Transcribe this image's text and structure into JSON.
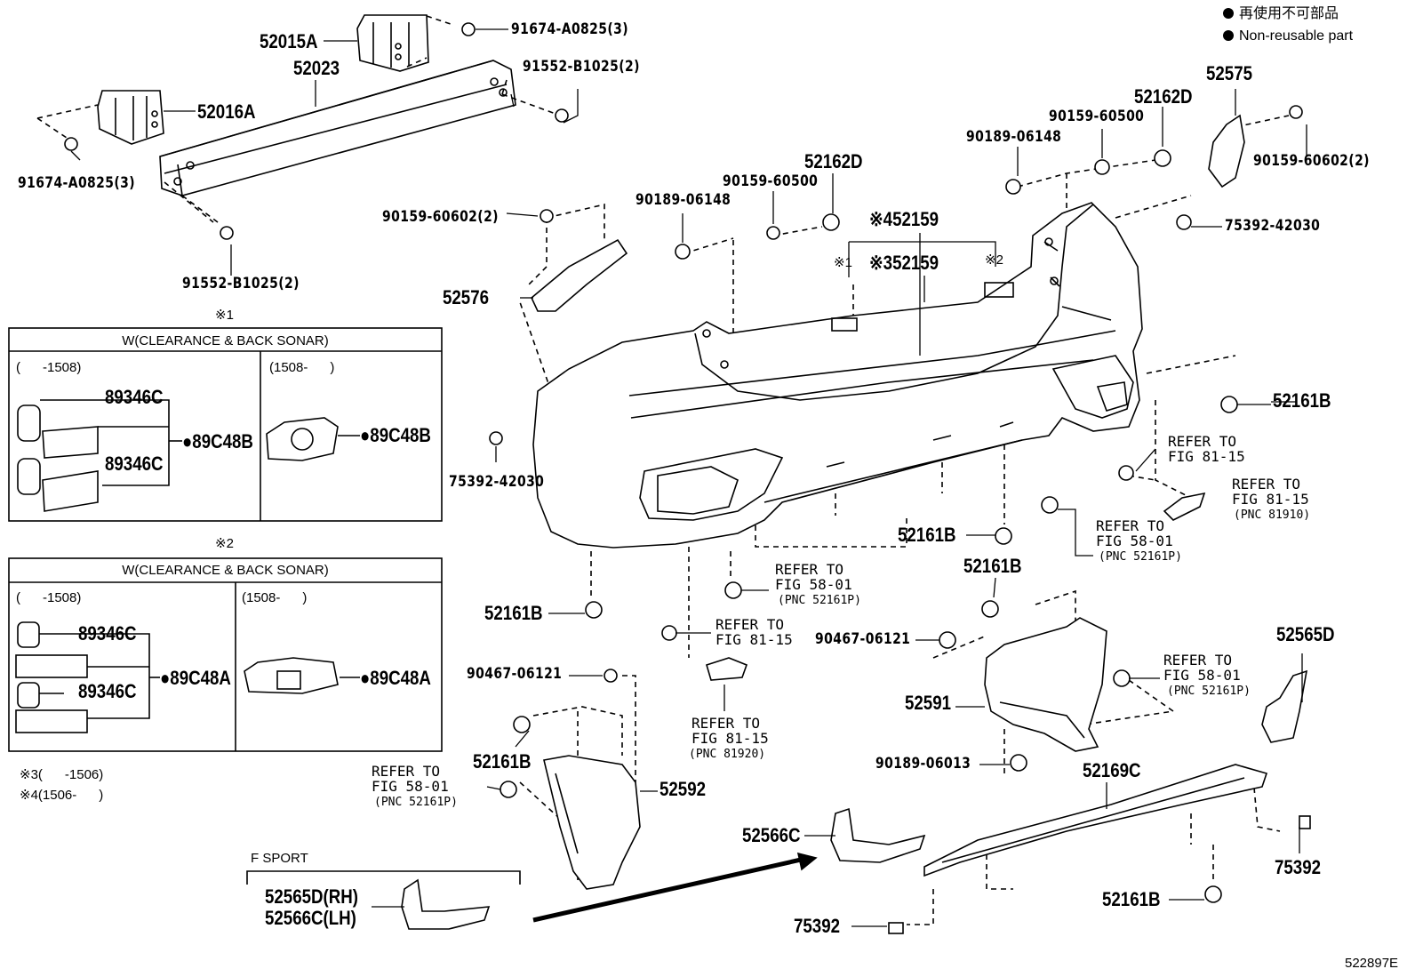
{
  "legend": {
    "jp": "再使用不可部品",
    "en": "Non-reusable part"
  },
  "diagram_id": "522897E",
  "parts": {
    "p52015A": "52015A",
    "p52023": "52023",
    "p52016A": "52016A",
    "p91674_top": "91674-A0825(3)",
    "p91552_top": "91552-B1025(2)",
    "p91674_left": "91674-A0825(3)",
    "p91552_bottom": "91552-B1025(2)",
    "p52575": "52575",
    "p52162D_r": "52162D",
    "p90159_60500_r": "90159-60500",
    "p90189_06148_r": "90189-06148",
    "p90159_60602_r": "90159-60602(2)",
    "p75392_42030_r": "75392-42030",
    "p90159_60602_l": "90159-60602(2)",
    "p90189_06148_l": "90189-06148",
    "p90159_60500_l": "90159-60500",
    "p52162D_l": "52162D",
    "p52159_4": "※452159",
    "p52159_3": "※352159",
    "mark1": "※1",
    "mark2": "※2",
    "p52576": "52576",
    "p75392_42030_l": "75392-42030",
    "p52161B_r1": "52161B",
    "p52161B_c1": "52161B",
    "p52161B_c2": "52161B",
    "p52161B_l": "52161B",
    "p52161B_low": "52161B",
    "p52161B_bot": "52161B",
    "p90467_1": "90467-06121",
    "p90467_2": "90467-06121",
    "p52591": "52591",
    "p52592": "52592",
    "p90189_06013": "90189-06013",
    "p52169C": "52169C",
    "p52565D": "52565D",
    "p52566C": "52566C",
    "p75392_r": "75392",
    "p75392_b": "75392",
    "fsport_rh": "52565D(RH)",
    "fsport_lh": "52566C(LH)"
  },
  "refs": {
    "r1": "REFER TO\nFIG 81-15",
    "r2": "REFER TO\nFIG 81-15",
    "r2pnc": "(PNC 81910)",
    "r3": "REFER TO\nFIG 58-01",
    "r3pnc": "(PNC 52161P)",
    "r4": "REFER TO\nFIG 58-01",
    "r4pnc": "(PNC 52161P)",
    "r5": "REFER TO\nFIG 81-15",
    "r6": "REFER TO\nFIG 81-15",
    "r6pnc": "(PNC 81920)",
    "r7": "REFER TO\nFIG 58-01",
    "r7pnc": "(PNC 52161P)",
    "r8": "REFER TO\nFIG 58-01",
    "r8pnc": "(PNC 52161P)"
  },
  "box1": {
    "mark": "※1",
    "header": "W(CLEARANCE & BACK SONAR)",
    "left_range": "(      -1508)",
    "right_range": "(1508-      )",
    "p1": "89346C",
    "p2": "89346C",
    "p3": "●89C48B",
    "p4": "●89C48B"
  },
  "box2": {
    "mark": "※2",
    "header": "W(CLEARANCE & BACK SONAR)",
    "left_range": "(      -1508)",
    "right_range": "(1508-      )",
    "p1": "89346C",
    "p2": "89346C",
    "p3": "●89C48A",
    "p4": "●89C48A"
  },
  "notes": {
    "n3": "※3(      -1506)",
    "n4": "※4(1506-      )"
  },
  "fsport": {
    "title": "F SPORT"
  }
}
